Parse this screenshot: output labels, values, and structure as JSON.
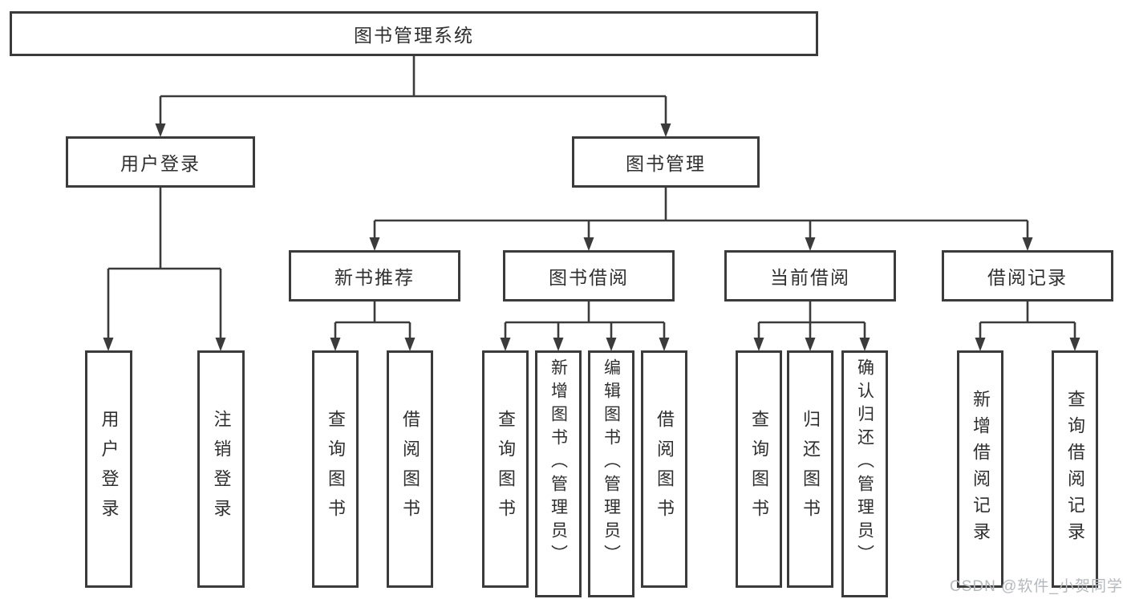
{
  "diagram": {
    "type": "hierarchy",
    "tree": {
      "label": "图书管理系统",
      "children": [
        {
          "label": "用户登录",
          "children": [
            {
              "label": "用户登录"
            },
            {
              "label": "注销登录"
            }
          ]
        },
        {
          "label": "图书管理",
          "children": [
            {
              "label": "新书推荐",
              "children": [
                {
                  "label": "查询图书"
                },
                {
                  "label": "借阅图书"
                }
              ]
            },
            {
              "label": "图书借阅",
              "children": [
                {
                  "label": "查询图书"
                },
                {
                  "label": "新增图书（管理员）"
                },
                {
                  "label": "编辑图书（管理员）"
                },
                {
                  "label": "借阅图书"
                }
              ]
            },
            {
              "label": "当前借阅",
              "children": [
                {
                  "label": "查询图书"
                },
                {
                  "label": "归还图书"
                },
                {
                  "label": "确认归还（管理员）"
                }
              ]
            },
            {
              "label": "借阅记录",
              "children": [
                {
                  "label": "新增借阅记录"
                },
                {
                  "label": "查询借阅记录"
                }
              ]
            }
          ]
        }
      ]
    },
    "colors": {
      "line": "#3b3b3b",
      "box_border": "#3b3b3b",
      "box_background": "#ffffff",
      "text": "#2f2f2f",
      "watermark": "#b5b9bd"
    }
  },
  "watermark": {
    "text": "CSDN @软件_小贺同学"
  }
}
